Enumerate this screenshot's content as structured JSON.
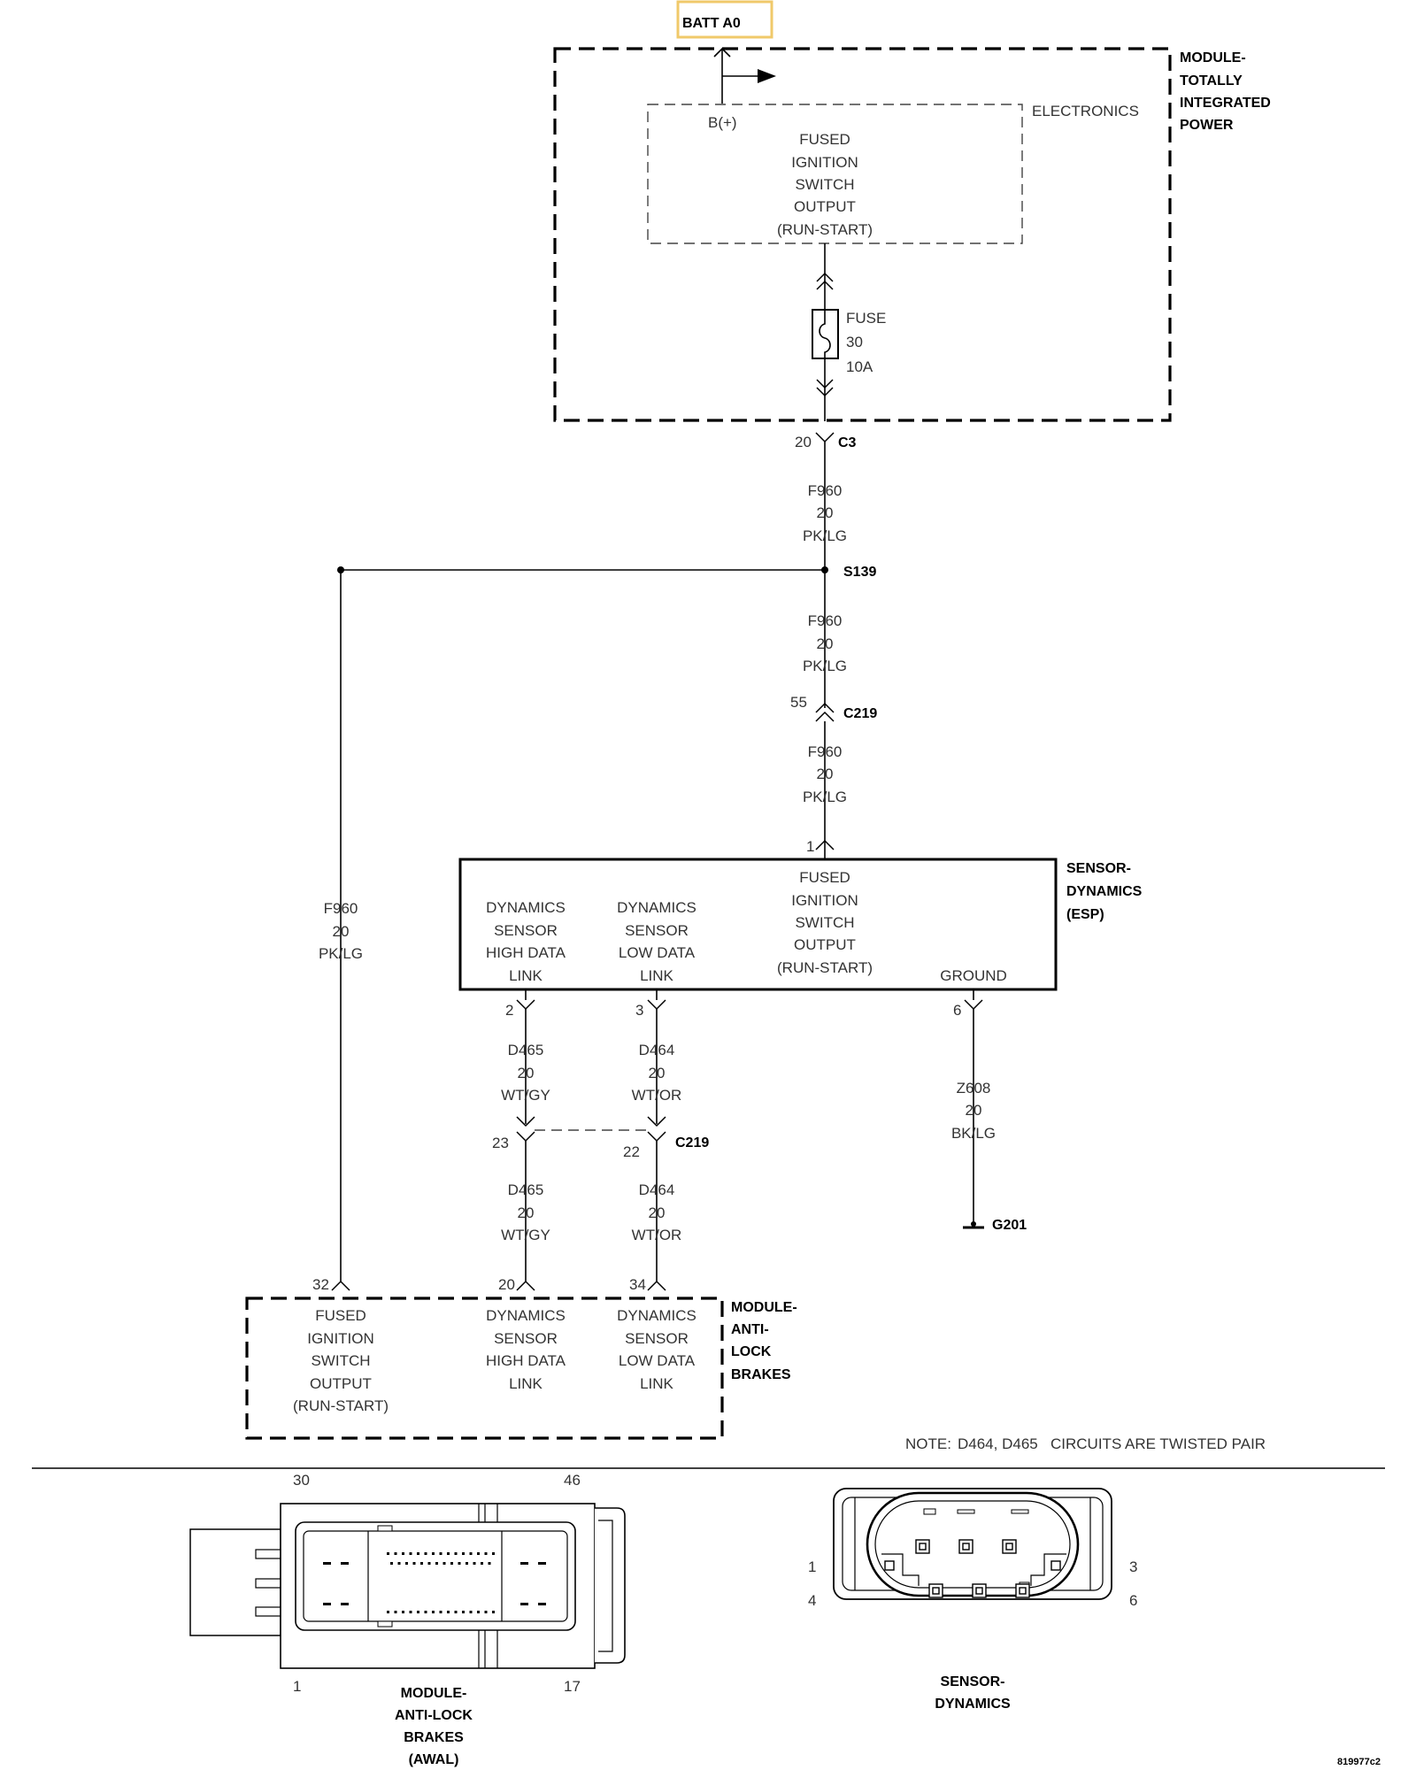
{
  "batt": {
    "label": "BATT A0",
    "color": "#f5d98b"
  },
  "tipm": {
    "title": [
      "MODULE-",
      "TOTALLY",
      "INTEGRATED",
      "POWER"
    ],
    "electronics": "ELECTRONICS",
    "bplus": "B(+)",
    "output_lines": [
      "FUSED",
      "IGNITION",
      "SWITCH",
      "OUTPUT",
      "(RUN-START)"
    ],
    "fuse": [
      "FUSE",
      "30",
      "10A"
    ]
  },
  "connectors": {
    "c3": {
      "name": "C3",
      "pin": "20"
    },
    "s139": {
      "name": "S139"
    },
    "c219_upper": {
      "name": "C219",
      "pin": "55"
    },
    "esp_pin1": "1",
    "esp_pin2": "2",
    "esp_pin3": "3",
    "esp_pin6": "6",
    "c219_lower": {
      "name": "C219",
      "pin_left": "23",
      "pin_right": "22"
    },
    "abs_pin32": "32",
    "abs_pin20": "20",
    "abs_pin34": "34"
  },
  "wires": {
    "f960_a": [
      "F960",
      "20",
      "PK/LG"
    ],
    "f960_b": [
      "F960",
      "20",
      "PK/LG"
    ],
    "f960_c": [
      "F960",
      "20",
      "PK/LG"
    ],
    "f960_left": [
      "F960",
      "20",
      "PK/LG"
    ],
    "d465_up": [
      "D465",
      "20",
      "WT/GY"
    ],
    "d464_up": [
      "D464",
      "20",
      "WT/OR"
    ],
    "d465_low": [
      "D465",
      "20",
      "WT/GY"
    ],
    "d464_low": [
      "D464",
      "20",
      "WT/OR"
    ],
    "z608": [
      "Z608",
      "20",
      "BK/LG"
    ]
  },
  "esp": {
    "title": [
      "SENSOR-",
      "DYNAMICS",
      "(ESP)"
    ],
    "high": [
      "DYNAMICS",
      "SENSOR",
      "HIGH DATA",
      "LINK"
    ],
    "low": [
      "DYNAMICS",
      "SENSOR",
      "LOW DATA",
      "LINK"
    ],
    "fused": [
      "FUSED",
      "IGNITION",
      "SWITCH",
      "OUTPUT",
      "(RUN-START)"
    ],
    "ground": "GROUND"
  },
  "ground": {
    "name": "G201"
  },
  "abs": {
    "title": [
      "MODULE-",
      "ANTI-",
      "LOCK",
      "BRAKES"
    ],
    "fused": [
      "FUSED",
      "IGNITION",
      "SWITCH",
      "OUTPUT",
      "(RUN-START)"
    ],
    "high": [
      "DYNAMICS",
      "SENSOR",
      "HIGH DATA",
      "LINK"
    ],
    "low": [
      "DYNAMICS",
      "SENSOR",
      "LOW DATA",
      "LINK"
    ]
  },
  "note": {
    "prefix": "NOTE:",
    "circuits": "D464, D465",
    "text": "CIRCUITS ARE TWISTED PAIR"
  },
  "abs_connector": {
    "pin_tl": "30",
    "pin_tr": "46",
    "pin_bl": "1",
    "pin_br": "17",
    "title": [
      "MODULE-",
      "ANTI-LOCK",
      "BRAKES",
      "(AWAL)"
    ]
  },
  "esp_connector": {
    "pin1": "1",
    "pin3": "3",
    "pin4": "4",
    "pin6": "6",
    "title": [
      "SENSOR-",
      "DYNAMICS"
    ]
  },
  "figure_id": "819977c2"
}
